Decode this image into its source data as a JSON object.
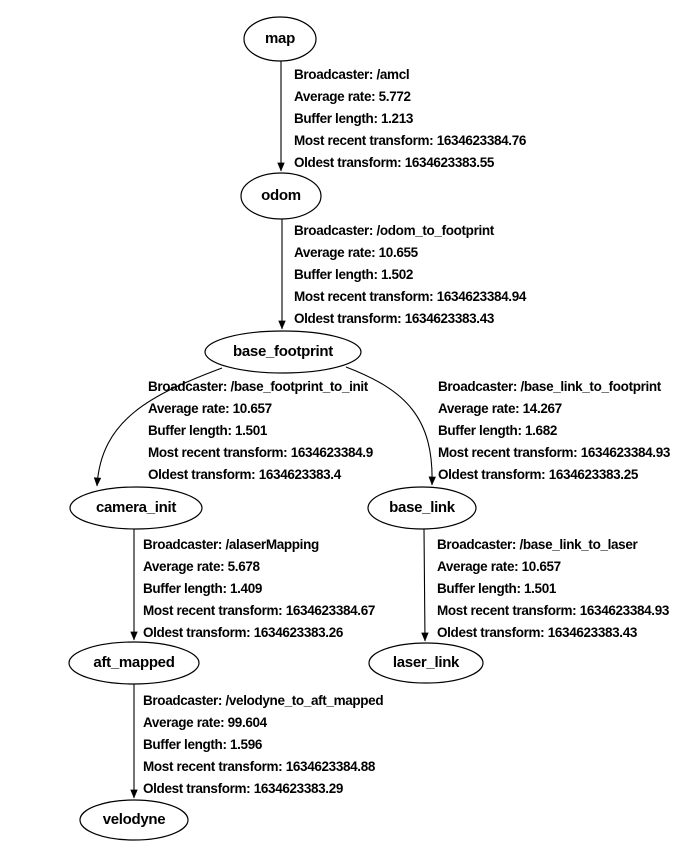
{
  "colors": {
    "background": "#ffffff",
    "stroke": "#000000",
    "text": "#000000"
  },
  "nodes": [
    {
      "id": "map",
      "label": "map"
    },
    {
      "id": "odom",
      "label": "odom"
    },
    {
      "id": "base_footprint",
      "label": "base_footprint"
    },
    {
      "id": "camera_init",
      "label": "camera_init"
    },
    {
      "id": "base_link",
      "label": "base_link"
    },
    {
      "id": "aft_mapped",
      "label": "aft_mapped"
    },
    {
      "id": "laser_link",
      "label": "laser_link"
    },
    {
      "id": "velodyne",
      "label": "velodyne"
    }
  ],
  "edges": [
    {
      "from": "map",
      "to": "odom",
      "lines": [
        "Broadcaster: /amcl",
        "Average rate: 5.772",
        "Buffer length: 1.213",
        "Most recent transform: 1634623384.76",
        "Oldest transform: 1634623383.55"
      ]
    },
    {
      "from": "odom",
      "to": "base_footprint",
      "lines": [
        "Broadcaster: /odom_to_footprint",
        "Average rate: 10.655",
        "Buffer length: 1.502",
        "Most recent transform: 1634623384.94",
        "Oldest transform: 1634623383.43"
      ]
    },
    {
      "from": "base_footprint",
      "to": "camera_init",
      "lines": [
        "Broadcaster: /base_footprint_to_init",
        "Average rate: 10.657",
        "Buffer length: 1.501",
        "Most recent transform: 1634623384.9",
        "Oldest transform: 1634623383.4"
      ]
    },
    {
      "from": "base_footprint",
      "to": "base_link",
      "lines": [
        "Broadcaster: /base_link_to_footprint",
        "Average rate: 14.267",
        "Buffer length: 1.682",
        "Most recent transform: 1634623384.93",
        "Oldest transform: 1634623383.25"
      ]
    },
    {
      "from": "camera_init",
      "to": "aft_mapped",
      "lines": [
        "Broadcaster: /alaserMapping",
        "Average rate: 5.678",
        "Buffer length: 1.409",
        "Most recent transform: 1634623384.67",
        "Oldest transform: 1634623383.26"
      ]
    },
    {
      "from": "base_link",
      "to": "laser_link",
      "lines": [
        "Broadcaster: /base_link_to_laser",
        "Average rate: 10.657",
        "Buffer length: 1.501",
        "Most recent transform: 1634623384.93",
        "Oldest transform: 1634623383.43"
      ]
    },
    {
      "from": "aft_mapped",
      "to": "velodyne",
      "lines": [
        "Broadcaster: /velodyne_to_aft_mapped",
        "Average rate: 99.604",
        "Buffer length: 1.596",
        "Most recent transform: 1634623384.88",
        "Oldest transform: 1634623383.29"
      ]
    }
  ]
}
